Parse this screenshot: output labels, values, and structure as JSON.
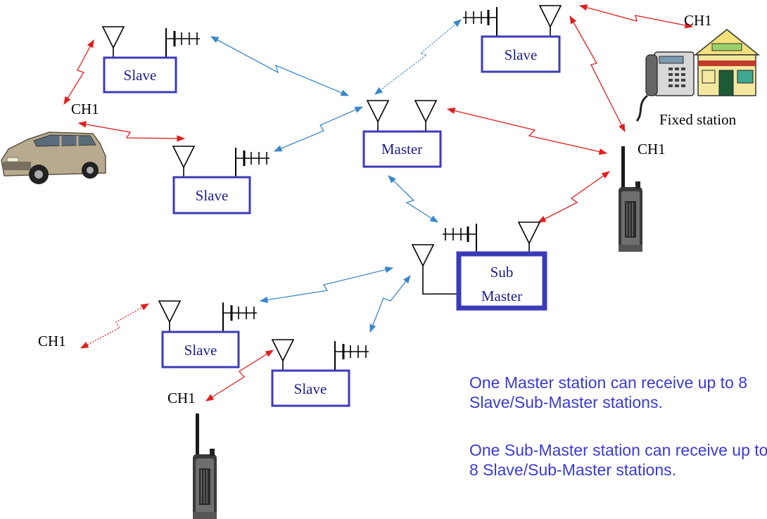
{
  "nodes": {
    "slave_top_left": "Slave",
    "slave_top_right": "Slave",
    "slave_mid_left": "Slave",
    "master": "Master",
    "sub_master_line1": "Sub",
    "sub_master_line2": "Master",
    "slave_bottom_left": "Slave",
    "slave_bottom_mid": "Slave"
  },
  "channels": {
    "car": "CH1",
    "top_right": "CH1",
    "right_handheld": "CH1",
    "bottom_far_left": "CH1",
    "bottom_handheld": "CH1"
  },
  "fixed_station_label": "Fixed station",
  "notes": {
    "master_capacity": "One Master station can receive up to 8 Slave/Sub-Master stations.",
    "submaster_capacity": "One Sub-Master station can receive up to 8 Slave/Sub-Master stations."
  },
  "colors": {
    "box_border": "#3b3bb8",
    "link_blue": "#3a86c8",
    "link_red": "#e02020",
    "text_blue": "#3a3ad0"
  },
  "icons": [
    "car-icon",
    "telephone-icon",
    "house-icon",
    "handheld-radio-icon",
    "whip-antenna-icon",
    "yagi-antenna-icon"
  ]
}
